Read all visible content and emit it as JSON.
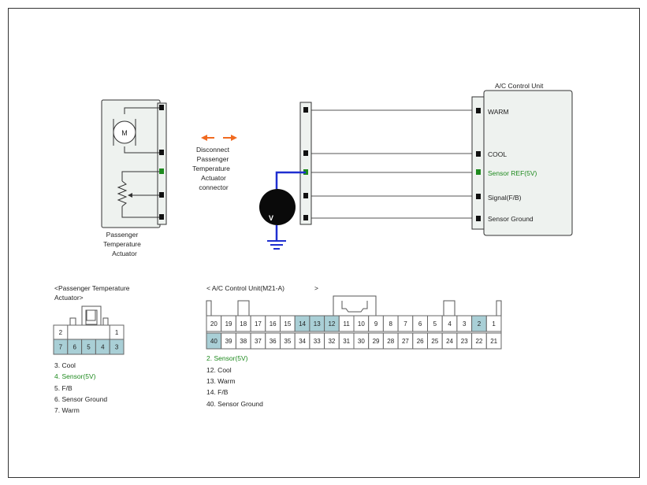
{
  "colors": {
    "sensor_green": "#1e8a1e",
    "probe_blue": "#1f2fd0",
    "arrow_orange": "#f06a20",
    "pin_highlight": "#a9cfd6",
    "connector_fill": "#eef2ef"
  },
  "actuator": {
    "motor_letter": "M",
    "label_lines": [
      "Passenger",
      "Temperature",
      "Actuator"
    ]
  },
  "disconnect_note": {
    "lines": [
      "Disconnect",
      "Passenger",
      "Temperature",
      "Actuator",
      "connector"
    ]
  },
  "voltmeter": {
    "label": "V"
  },
  "control_unit": {
    "title": "A/C Control Unit",
    "terminals": [
      "WARM",
      "COOL",
      "Sensor REF(5V)",
      "Signal(F/B)",
      "Sensor Ground"
    ]
  },
  "left_connector": {
    "title_lines": [
      "<Passenger Temperature",
      "Actuator>"
    ],
    "top_pins": [
      "2",
      "1"
    ],
    "bottom_pins": [
      "7",
      "6",
      "5",
      "4",
      "3"
    ],
    "legend": [
      "3. Cool",
      "4. Sensor(5V)",
      "5. F/B",
      "6. Sensor Ground",
      "7. Warm"
    ]
  },
  "right_connector": {
    "title": "< A/C Control Unit(M21-A)",
    "title_end": ">",
    "top_pins": [
      "20",
      "19",
      "18",
      "17",
      "16",
      "15",
      "14",
      "13",
      "12",
      "11",
      "10",
      "9",
      "8",
      "7",
      "6",
      "5",
      "4",
      "3",
      "2",
      "1"
    ],
    "bottom_pins": [
      "40",
      "39",
      "38",
      "37",
      "36",
      "35",
      "34",
      "33",
      "32",
      "31",
      "30",
      "29",
      "28",
      "27",
      "26",
      "25",
      "24",
      "23",
      "22",
      "21"
    ],
    "highlighted": [
      "14",
      "13",
      "12",
      "2",
      "40"
    ],
    "legend": [
      "2. Sensor(5V)",
      "12. Cool",
      "13. Warm",
      "14. F/B",
      "40. Sensor Ground"
    ]
  }
}
